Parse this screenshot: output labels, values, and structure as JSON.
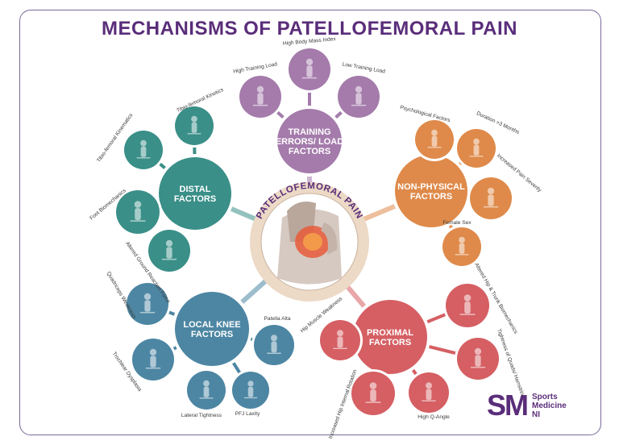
{
  "title": "MECHANISMS OF PATELLOFEMORAL PAIN",
  "center": {
    "label": "PATELLOFEMORAL PAIN"
  },
  "colors": {
    "title": "#5a2d7a",
    "training": "#a47bab",
    "nonphysical": "#df8a4a",
    "proximal": "#d55f63",
    "local_knee": "#4d86a3",
    "distal": "#3a8f88",
    "center_ring": "#ecd9c6"
  },
  "clusters": {
    "training": {
      "hub": [
        "TRAINING",
        "ERRORS/ LOAD",
        "FACTORS"
      ],
      "satellites": [
        {
          "label": "High Training Load",
          "icon": "running-person-icon"
        },
        {
          "label": "High Body Mass Index",
          "icon": "body-mass-icon"
        },
        {
          "label": "Low Training Load",
          "icon": "sedentary-person-icon"
        }
      ]
    },
    "nonphysical": {
      "hub": [
        "NON-PHYSICAL",
        "FACTORS"
      ],
      "satellites": [
        {
          "label": "Psychological Factors",
          "icon": "head-gear-icon"
        },
        {
          "label": "Duration >3 Months",
          "icon": "stopwatch-icon"
        },
        {
          "label": "Increased Pain Severity",
          "icon": "target-icon"
        },
        {
          "label": "Female Sex",
          "icon": "female-icon"
        }
      ]
    },
    "proximal": {
      "hub": [
        "PROXIMAL",
        "FACTORS"
      ],
      "satellites": [
        {
          "label": "Altered Hip & Trunk Biomechanics",
          "icon": "sprinter-icon"
        },
        {
          "label": "Tightness of Quads/ Hamstrings",
          "icon": "thigh-muscles-icon"
        },
        {
          "label": "High Q-Angle",
          "icon": "q-angle-icon"
        },
        {
          "label": "Increased Hip Internal Rotation",
          "icon": "hip-rotation-icon"
        },
        {
          "label": "Hip Muscle Weakness",
          "icon": "hip-muscles-icon"
        }
      ]
    },
    "local_knee": {
      "hub": [
        "LOCAL KNEE",
        "FACTORS"
      ],
      "satellites": [
        {
          "label": "Patella Alta",
          "icon": "knee-joint-icon"
        },
        {
          "label": "PFJ Laxity",
          "icon": "knee-bones-icon"
        },
        {
          "label": "Lateral Tightness",
          "icon": "leg-muscles-icon"
        },
        {
          "label": "Trochlear Dysplasia",
          "icon": "femur-condyle-icon"
        },
        {
          "label": "Quadriceps Weakness",
          "icon": "quadriceps-icon"
        }
      ]
    },
    "distal": {
      "hub": [
        "DISTAL",
        "FACTORS"
      ],
      "satellites": [
        {
          "label": "Tibio-femoral Kinetics",
          "icon": "hiker-icon"
        },
        {
          "label": "Tibio-femoral Kinematics",
          "icon": "walking-person-icon"
        },
        {
          "label": "Foot Biomechanics",
          "icon": "footprint-icon"
        },
        {
          "label": "Altered Ground Reaction Force",
          "icon": "shoe-force-icon"
        }
      ]
    }
  },
  "logo": {
    "mark": "SM",
    "line1": "Sports",
    "line2": "Medicine",
    "line3": "NI"
  }
}
